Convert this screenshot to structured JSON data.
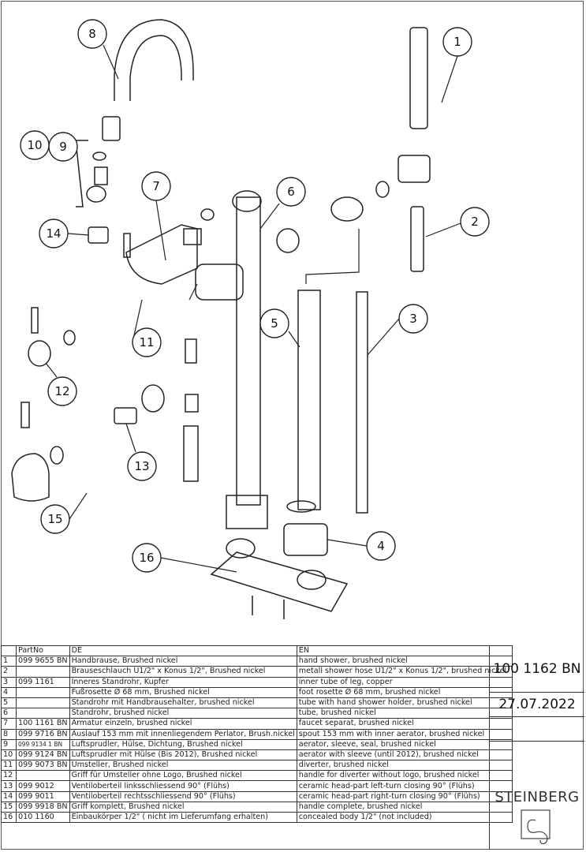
{
  "callouts": [
    "1",
    "2",
    "3",
    "4",
    "5",
    "6",
    "7",
    "8",
    "9",
    "10",
    "11",
    "12",
    "13",
    "14",
    "15",
    "16"
  ],
  "table": {
    "headers": [
      "",
      "PartNo",
      "DE",
      "EN"
    ],
    "rows": [
      [
        "1",
        "099 9655 BN",
        "Handbrause, Brushed nickel",
        "hand shower, brushed nickel"
      ],
      [
        "2",
        "",
        "Brauseschlauch Ü1/2\" x Konus 1/2\", Brushed nickel",
        "metall shower hose Ü1/2\" x Konus 1/2\", brushed nickel"
      ],
      [
        "3",
        "099 1161",
        "Inneres Standrohr, Kupfer",
        "inner tube of leg, copper"
      ],
      [
        "4",
        "",
        "Fußrosette Ø 68 mm, Brushed nickel",
        "foot rosette Ø 68 mm, brushed nickel"
      ],
      [
        "5",
        "",
        "Standrohr mit Handbrausehalter, brushed nickel",
        "tube with hand shower holder, brushed nickel"
      ],
      [
        "6",
        "",
        "Standrohr, brushed nickel",
        "tube, brushed nickel"
      ],
      [
        "7",
        "100 1161 BN",
        "Armatur einzeln, brushed nickel",
        "faucet separat, brushed nickel"
      ],
      [
        "8",
        "099 9716 BN",
        "Auslauf 153 mm mit innenliegendem Perlator, Brush.nickel",
        "spout 153 mm with inner aerator, brushed nickel"
      ],
      [
        "9",
        "099 9134 1 BN",
        "Luftsprudler, Hülse, Dichtung, Brushed nickel",
        "aerator, sleeve, seal, brushed nickel"
      ],
      [
        "10",
        "099 9124 BN",
        "Luftsprudler mit Hülse (Bis 2012), Brushed nickel",
        "aerator with sleeve (until 2012), brushed nickel"
      ],
      [
        "11",
        "099 9073 BN",
        "Umsteller, Brushed nickel",
        "diverter, brushed nickel"
      ],
      [
        "12",
        "",
        "Griff für Umsteller ohne Logo, Brushed nickel",
        "handle for diverter without logo, brushed nickel"
      ],
      [
        "13",
        "099 9012",
        "Ventiloberteil linksschliessend 90° (Flühs)",
        "ceramic head-part left-turn closing 90° (Flühs)"
      ],
      [
        "14",
        "099 9011",
        "Ventiloberteil rechtsschliessend 90° (Flühs)",
        "ceramic head-part right-turn closing 90° (Flühs)"
      ],
      [
        "15",
        "099 9918 BN",
        "Griff komplett, Brushed nickel",
        "handle complete, brushed nickel"
      ],
      [
        "16",
        "010 1160",
        "Einbaukörper 1/2\" ( nicht im Lieferumfang erhalten)",
        "concealed body 1/2\" (not included)"
      ]
    ]
  },
  "title_block": {
    "article_number": "100 1162 BN",
    "date": "27.07.2022",
    "brand": "STEINBERG"
  }
}
